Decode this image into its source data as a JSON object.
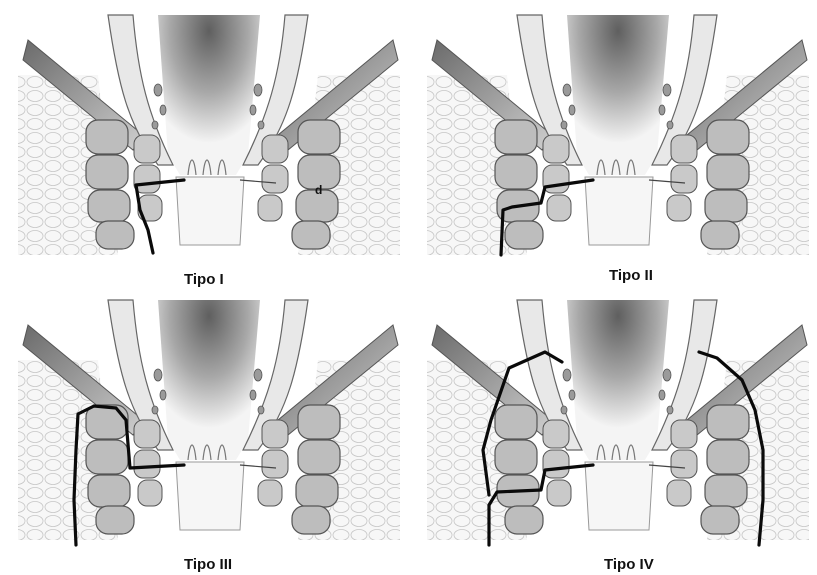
{
  "figure": {
    "panels": [
      {
        "id": "tipo-1",
        "caption": "Tipo I",
        "marker": "d"
      },
      {
        "id": "tipo-2",
        "caption": "Tipo II"
      },
      {
        "id": "tipo-3",
        "caption": "Tipo III"
      },
      {
        "id": "tipo-4",
        "caption": "Tipo IV"
      }
    ]
  },
  "colors": {
    "tissue_fill": "#f3f3f3",
    "tissue_stroke": "#8a8a8a",
    "muscle_fill": "#b9b9b9",
    "muscle_stroke": "#5a5a5a",
    "lumen_dark": "#6e6e6e",
    "fistula_track": "#0a0a0a"
  }
}
